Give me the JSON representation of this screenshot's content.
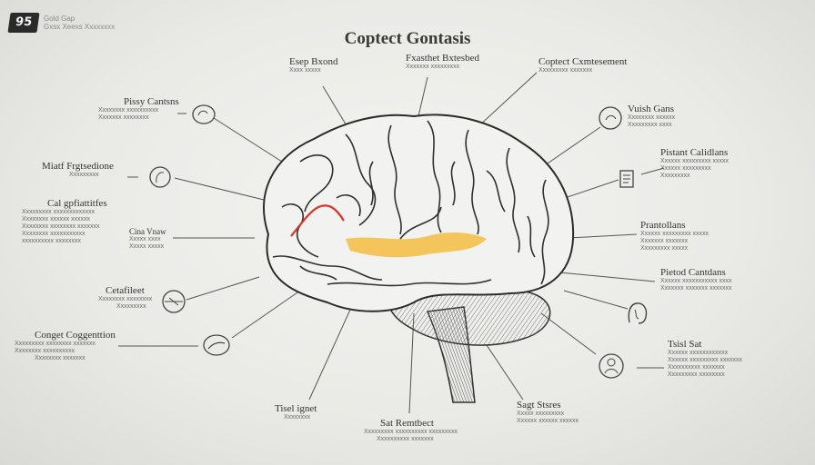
{
  "header": {
    "logo_mark": "95",
    "logo_line1": "Gold Gap",
    "logo_line2": "Gxsx Xeexs Xxxxxxxx"
  },
  "title": "Coptect Gontasis",
  "labels": {
    "top_left": {
      "heading": "Esep Bxond",
      "sub": "Xxxx xxxxx"
    },
    "top_center": {
      "heading": "Fxasthet Bxtesbed",
      "sub": "Xxxxxxx xxxxxxxxx"
    },
    "top_right": {
      "heading": "Coptect Cxmtesement",
      "sub": "Xxxxxxxxx xxxxxxx"
    },
    "left_1": {
      "heading": "Pissy Cantsns",
      "sub1": "Xxxxxxxx xxxxxxxxxx",
      "sub2": "Xxxxxxx xxxxxxxx"
    },
    "left_2": {
      "heading": "Miatf Frgtsedione",
      "sub": "Xxxxxxxxx"
    },
    "left_3": {
      "heading": "Cal gpfiattitfes",
      "sub1": "Xxxxxxxxx xxxxxxxxxxxxx",
      "sub2": "Xxxxxxxx xxxxxx xxxxxx",
      "sub3": "Xxxxxxxx xxxxxxxx xxxxxxx",
      "sub4": "Xxxxxxxx xxxxxxxxxxx",
      "sub5": "xxxxxxxxxx xxxxxxxx"
    },
    "left_4": {
      "heading": "Cina Vnaw",
      "sub1": "Xxxxx xxxx",
      "sub2": "Xxxxx xxxxx"
    },
    "left_5": {
      "heading": "Cetafileet",
      "sub1": "Xxxxxxxx xxxxxxxx",
      "sub2": "Xxxxxxxxx"
    },
    "left_6": {
      "heading": "Conget Coggenttion",
      "sub1": "Xxxxxxxxx xxxxxxxx xxxxxxx",
      "sub2": "Xxxxxxxx xxxxxxxxxx",
      "sub3": "Xxxxxxxx xxxxxxx"
    },
    "right_1": {
      "heading": "Vuish Gans",
      "sub1": "Xxxxxxxx xxxxxx",
      "sub2": "Xxxxxxxxx xxxx"
    },
    "right_2": {
      "heading": "Pistant Calidlans",
      "sub1": "Xxxxxx xxxxxxxxx xxxxx",
      "sub2": "Xxxxxx xxxxxxxxx",
      "sub3": "Xxxxxxxxx"
    },
    "right_3": {
      "heading": "Prantollans",
      "sub1": "Xxxxxx xxxxxxxxx xxxxx",
      "sub2": "Xxxxxxx xxxxxxx",
      "sub3": "Xxxxxxxxx xxxxx"
    },
    "right_4": {
      "heading": "Pietod Cantdans",
      "sub1": "Xxxxxx xxxxxxxxxxx xxxx",
      "sub2": "Xxxxxxx xxxxxxx xxxxxxx"
    },
    "right_5": {
      "heading": "Tsisl Sat",
      "sub1": "Xxxxxx xxxxxxxxxxxx",
      "sub2": "Xxxxxx xxxxxxxxx xxxxxxx",
      "sub3": "Xxxxxxxxxx xxxxxxx",
      "sub4": "Xxxxxxxxx xxxxxxxx"
    },
    "bottom_left": {
      "heading": "Tisel ignet",
      "sub": "Xxxxxxxx"
    },
    "bottom_center": {
      "heading": "Sat Remtbect",
      "sub1": "Xxxxxxxxx xxxxxxxxxx xxxxxxxxx",
      "sub2": "Xxxxxxxxxx xxxxxxx"
    },
    "bottom_right": {
      "heading": "Sagt Stsres",
      "sub1": "Xxxxx xxxxxxxxx",
      "sub2": "Xxxxxx xxxxxx xxxxxx"
    }
  },
  "icons": [
    "brain-icon",
    "head-profile-icon",
    "clipboard-icon",
    "hand-icon",
    "ear-icon",
    "person-icon",
    "target-icon",
    "face-icon",
    "hand-gesture-icon"
  ],
  "colors": {
    "highlight": "#f3b52a",
    "accent_line": "#d9342b",
    "ink": "#333333",
    "background": "#ededeb"
  }
}
